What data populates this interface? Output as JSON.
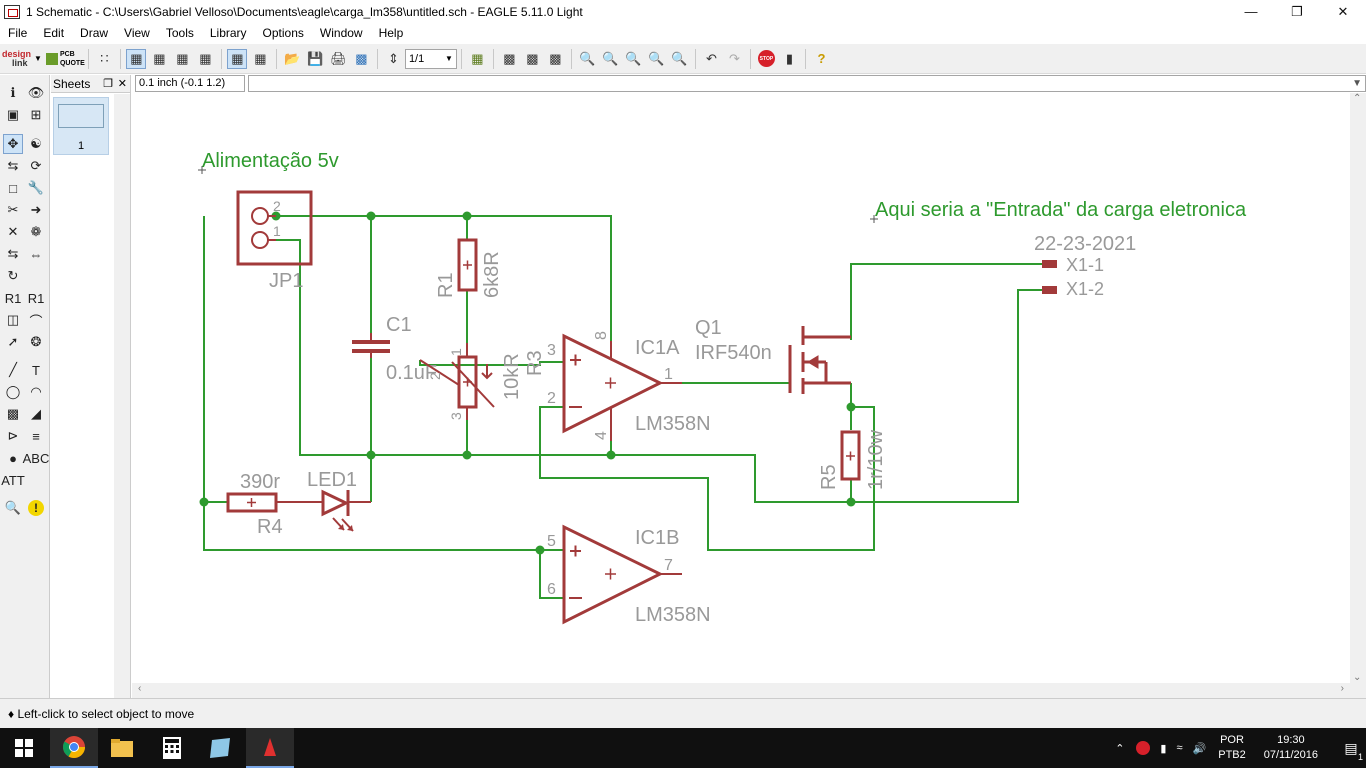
{
  "window": {
    "title": "1 Schematic - C:\\Users\\Gabriel Velloso\\Documents\\eagle\\carga_lm358\\untitled.sch - EAGLE 5.11.0 Light"
  },
  "menu": [
    "File",
    "Edit",
    "Draw",
    "View",
    "Tools",
    "Library",
    "Options",
    "Window",
    "Help"
  ],
  "toolbar": {
    "logo_top": "design",
    "logo_bottom": "link",
    "pcb_quote": "PCB QUOTE",
    "zoom_value": "1/1",
    "stop_label": "STOP"
  },
  "sheets": {
    "title": "Sheets",
    "sheet_number": "1"
  },
  "command": {
    "coordinate": "0.1 inch (-0.1 1.2)",
    "input_value": ""
  },
  "schematic": {
    "annotations": {
      "power": "Alimentação 5v",
      "input_note": "Aqui seria a \"Entrada\" da carga eletronica",
      "date": "22-23-2021"
    },
    "jp1": {
      "name": "JP1",
      "pin2": "2",
      "pin1": "1"
    },
    "c1": {
      "name": "C1",
      "value": "0.1uF"
    },
    "r1": {
      "name": "R1",
      "value": "6k8R"
    },
    "r3": {
      "name": "R3",
      "value": "10kR",
      "pin1": "1",
      "pin2": "2",
      "pin3": "3"
    },
    "ic1a": {
      "name": "IC1A",
      "part": "LM358N",
      "pin3": "3",
      "pin2": "2",
      "pin8": "8",
      "pin4": "4",
      "pin1": "1"
    },
    "ic1b": {
      "name": "IC1B",
      "part": "LM358N",
      "pin5": "5",
      "pin6": "6",
      "pin7": "7"
    },
    "q1": {
      "name": "Q1",
      "value": "IRF540n"
    },
    "r5": {
      "name": "R5",
      "value": "1r/10w"
    },
    "r4": {
      "name": "R4",
      "value": "390r"
    },
    "led1": {
      "name": "LED1"
    },
    "x1": {
      "pin1": "X1-1",
      "pin2": "X1-2"
    }
  },
  "status": {
    "message": "♦ Left-click to select object to move"
  },
  "taskbar": {
    "language": "POR",
    "keyboard": "PTB2",
    "time": "19:30",
    "date": "07/11/2016",
    "notifications": "1"
  }
}
